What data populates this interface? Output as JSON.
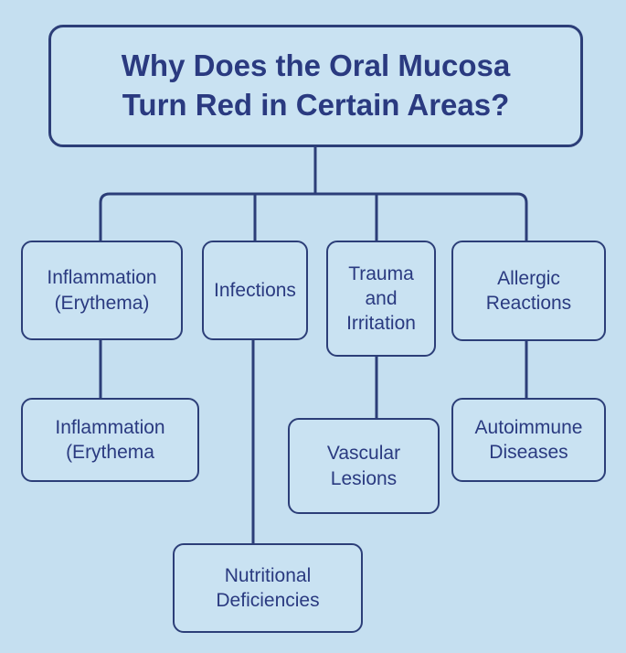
{
  "title": "Why Does the Oral Mucosa\nTurn Red in Certain Areas?",
  "categories": [
    {
      "label": "Inflammation\n(Erythema)"
    },
    {
      "label": "Infections"
    },
    {
      "label": "Trauma\nand\nIrritation"
    },
    {
      "label": "Allergic\nReactions"
    }
  ],
  "subitems": [
    {
      "label": "Inflammation\n(Erythema"
    },
    {
      "label": "Vascular\nLesions"
    },
    {
      "label": "Autoimmune\nDiseases"
    },
    {
      "label": "Nutritional\nDeficiencies"
    }
  ],
  "colors": {
    "background": "#c5dff0",
    "border": "#2c3e78",
    "text": "#2a3a80"
  }
}
